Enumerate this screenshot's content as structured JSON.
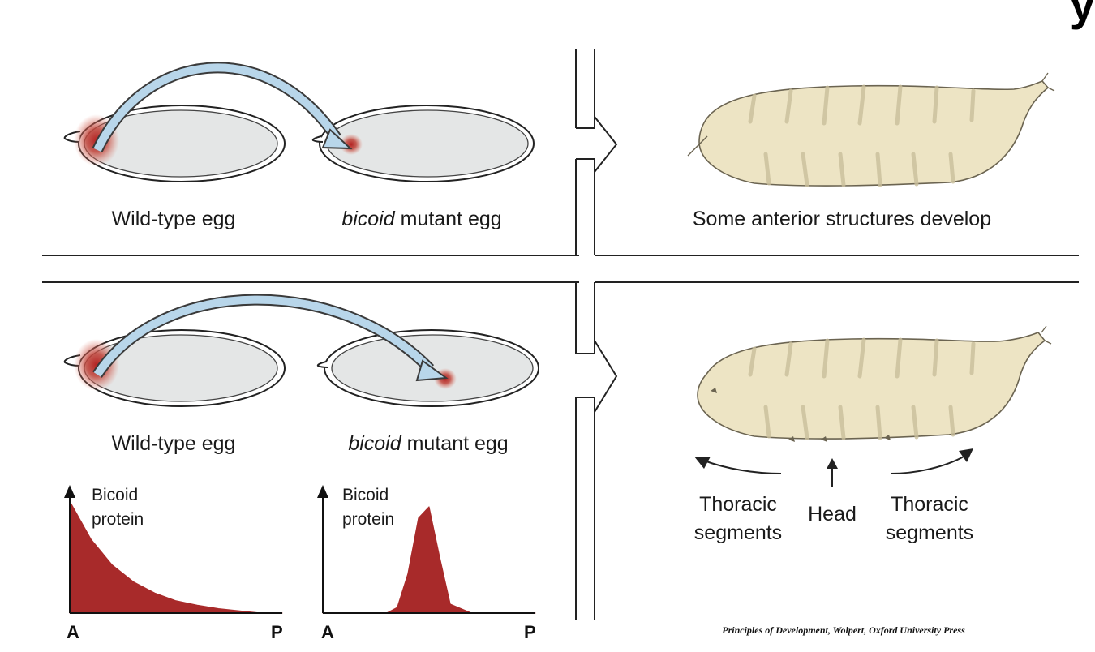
{
  "top_row": {
    "wild_type_label": "Wild-type egg",
    "mutant_label_italic": "bicoid",
    "mutant_label_rest": " mutant egg",
    "result_label": "Some anterior structures develop"
  },
  "bottom_row": {
    "wild_type_label": "Wild-type egg",
    "mutant_label_italic": "bicoid",
    "mutant_label_rest": " mutant egg",
    "graph_left": {
      "ylabel_line1": "Bicoid",
      "ylabel_line2": "protein",
      "x_start": "A",
      "x_end": "P"
    },
    "graph_right": {
      "ylabel_line1": "Bicoid",
      "ylabel_line2": "protein",
      "x_start": "A",
      "x_end": "P"
    },
    "larva_labels": {
      "left_line1": "Thoracic",
      "left_line2": "segments",
      "center": "Head",
      "right_line1": "Thoracic",
      "right_line2": "segments"
    }
  },
  "credit": "Principles of Development, Wolpert, Oxford University Press",
  "colors": {
    "bicoid_red": "#a82a2a",
    "arrow_blue": "#b8d6ea",
    "egg_fill": "#e4e6e6",
    "larva_fill": "#ede4c4"
  },
  "chart_data": [
    {
      "type": "area",
      "ylabel": "Bicoid protein",
      "x_ticks": [
        "A",
        "P"
      ],
      "shape": "exponential decay from A to P",
      "x": [
        0,
        0.1,
        0.2,
        0.3,
        0.4,
        0.5,
        0.6,
        0.7,
        0.8,
        0.9,
        1.0
      ],
      "y": [
        1.0,
        0.66,
        0.43,
        0.28,
        0.18,
        0.11,
        0.07,
        0.04,
        0.02,
        0.0,
        0.0
      ]
    },
    {
      "type": "area",
      "ylabel": "Bicoid protein",
      "x_ticks": [
        "A",
        "P"
      ],
      "shape": "narrow peak in middle",
      "x": [
        0,
        0.3,
        0.35,
        0.4,
        0.45,
        0.5,
        0.55,
        0.6,
        0.7,
        1.0
      ],
      "y": [
        0.0,
        0.0,
        0.05,
        0.35,
        0.85,
        0.95,
        0.5,
        0.08,
        0.0,
        0.0
      ]
    }
  ]
}
